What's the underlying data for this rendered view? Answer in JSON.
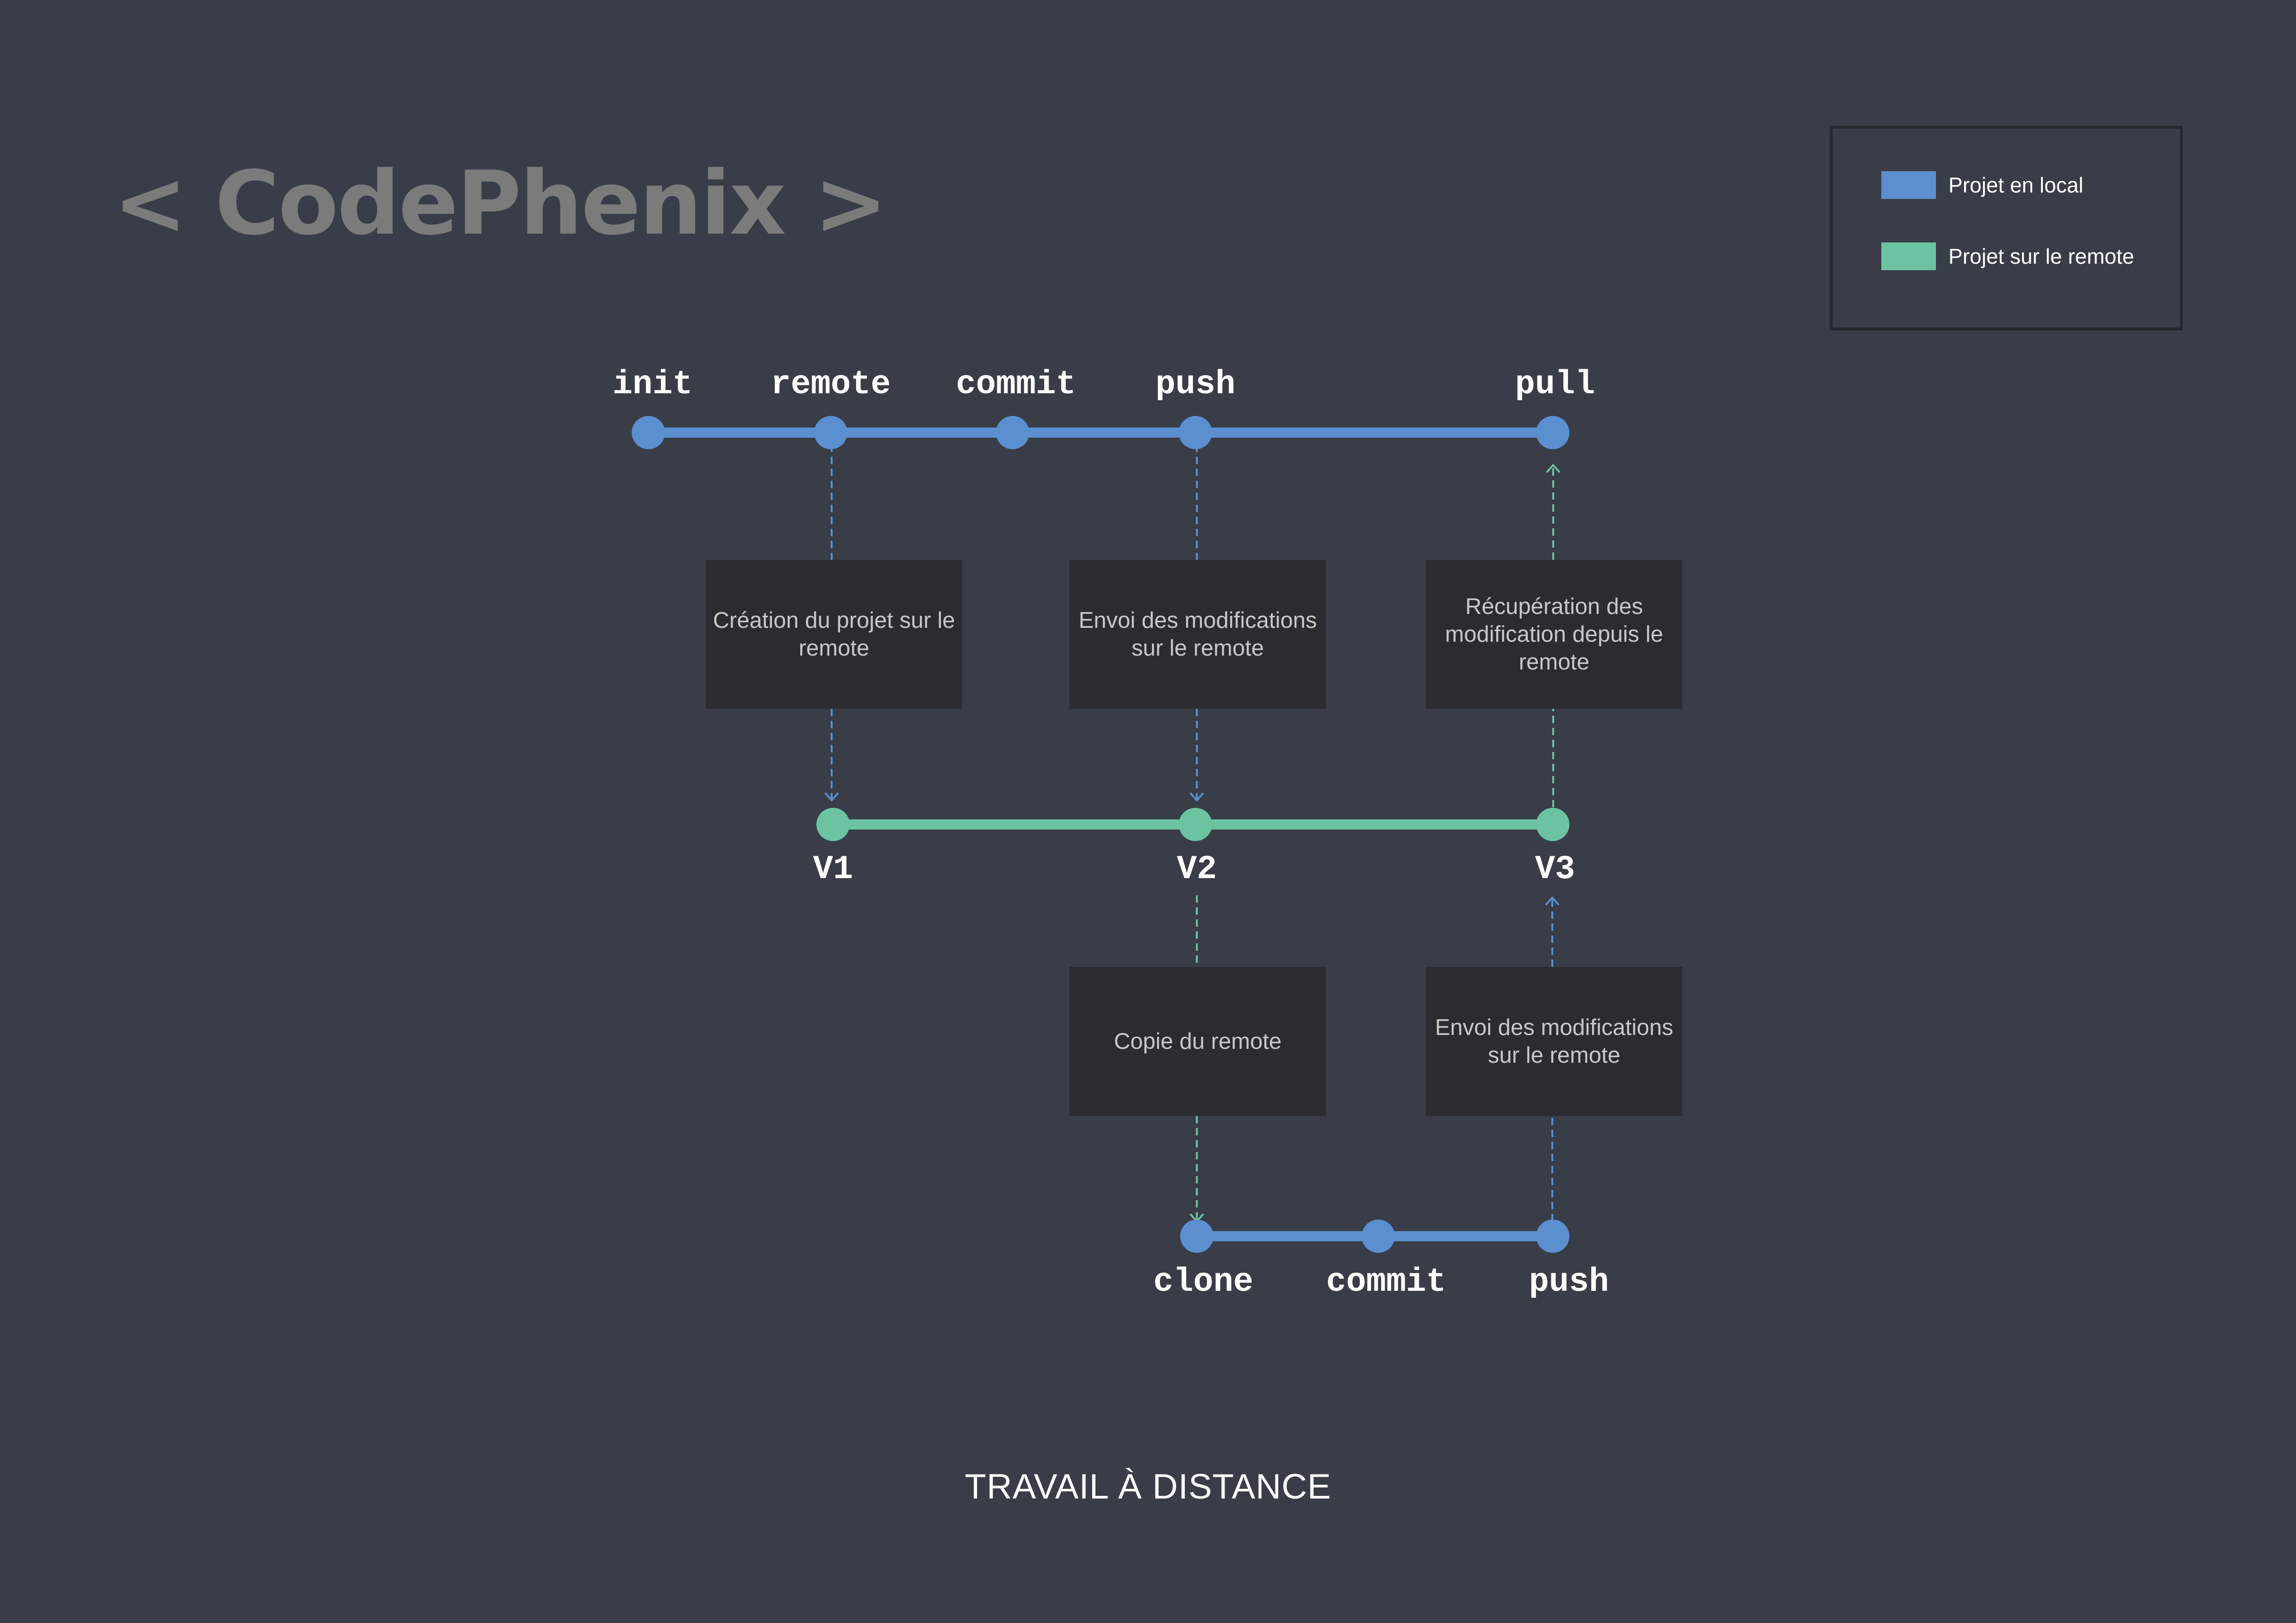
{
  "logo": {
    "text": "< CodePhenix >"
  },
  "legend": {
    "items": [
      {
        "label": "Projet en local",
        "color": "#5b8fd0"
      },
      {
        "label": "Projet sur le remote",
        "color": "#6cc3a1"
      }
    ]
  },
  "colors": {
    "local": "#5b8fd0",
    "remote": "#6cc3a1",
    "background": "#393d47",
    "box": "#2a2c31"
  },
  "local_line": {
    "nodes": [
      "init",
      "remote",
      "commit",
      "push",
      "pull"
    ]
  },
  "remote_line": {
    "nodes": [
      "V1",
      "V2",
      "V3"
    ]
  },
  "clone_line": {
    "nodes": [
      "clone",
      "commit",
      "push"
    ]
  },
  "boxes": [
    {
      "text": "Création du projet sur le remote"
    },
    {
      "text": "Envoi des modifications sur le remote"
    },
    {
      "text": "Récupération des modification depuis le remote"
    },
    {
      "text": "Copie du remote"
    },
    {
      "text": "Envoi des modifications sur le remote"
    }
  ],
  "caption": "TRAVAIL À DISTANCE"
}
